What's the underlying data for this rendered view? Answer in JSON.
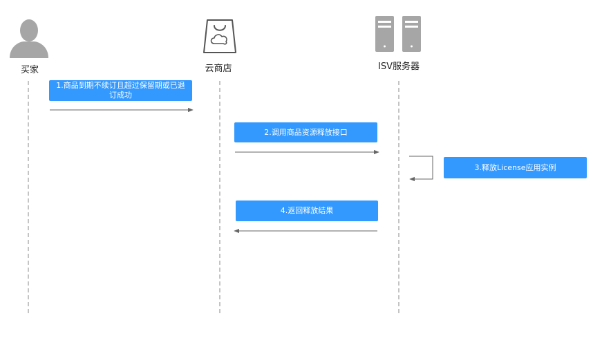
{
  "actors": [
    {
      "id": "buyer",
      "label": "买家",
      "icon": "person-icon"
    },
    {
      "id": "cloud-store",
      "label": "云商店",
      "icon": "shopping-bag-icon"
    },
    {
      "id": "isv-server",
      "label": "ISV服务器",
      "icon": "server-icon"
    }
  ],
  "steps": [
    {
      "label": "1.商品到期不续订且超过保留期或已退订成功",
      "from": "buyer",
      "to": "cloud-store"
    },
    {
      "label": "2.调用商品资源释放接口",
      "from": "cloud-store",
      "to": "isv-server"
    },
    {
      "label": "3.释放License应用实例",
      "from": "isv-server",
      "to": "isv-server"
    },
    {
      "label": "4.返回释放结果",
      "from": "isv-server",
      "to": "cloud-store"
    }
  ],
  "colors": {
    "step_box": "#3399ff",
    "step_text": "#ffffff",
    "lifeline": "#888888",
    "arrow": "#666666",
    "icon": "#a6a6a6",
    "bag_stroke": "#555555"
  }
}
